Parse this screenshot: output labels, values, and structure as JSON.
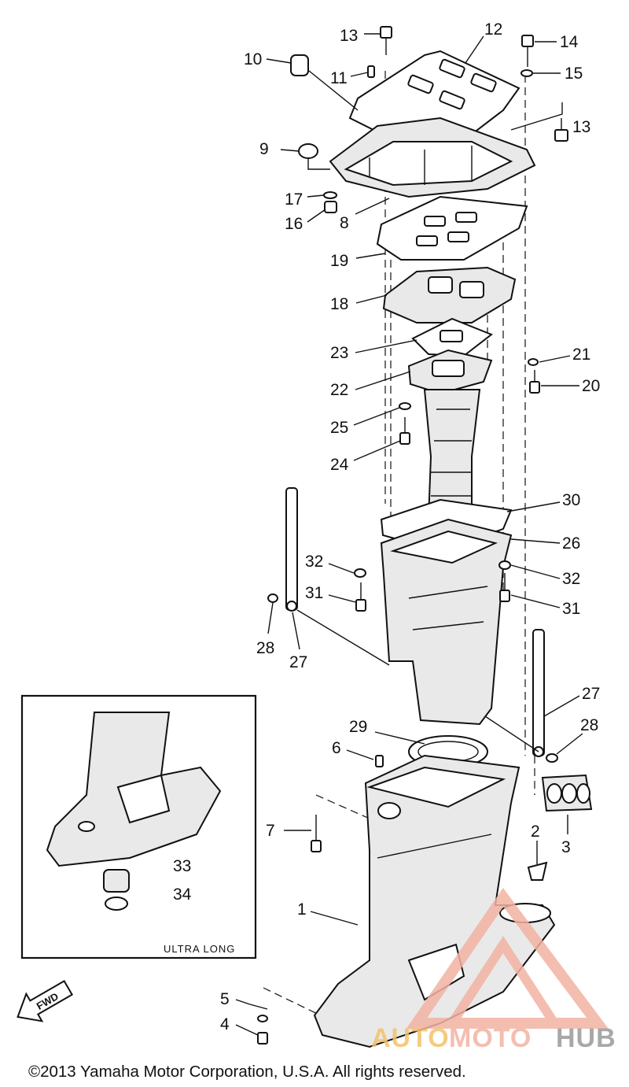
{
  "callouts": [
    {
      "id": "c13a",
      "text": "13"
    },
    {
      "id": "c12",
      "text": "12"
    },
    {
      "id": "c14",
      "text": "14"
    },
    {
      "id": "c10",
      "text": "10"
    },
    {
      "id": "c11",
      "text": "11"
    },
    {
      "id": "c15",
      "text": "15"
    },
    {
      "id": "c13b",
      "text": "13"
    },
    {
      "id": "c9",
      "text": "9"
    },
    {
      "id": "c17",
      "text": "17"
    },
    {
      "id": "c16",
      "text": "16"
    },
    {
      "id": "c8",
      "text": "8"
    },
    {
      "id": "c19",
      "text": "19"
    },
    {
      "id": "c18",
      "text": "18"
    },
    {
      "id": "c23",
      "text": "23"
    },
    {
      "id": "c21",
      "text": "21"
    },
    {
      "id": "c22",
      "text": "22"
    },
    {
      "id": "c20",
      "text": "20"
    },
    {
      "id": "c25",
      "text": "25"
    },
    {
      "id": "c24",
      "text": "24"
    },
    {
      "id": "c30",
      "text": "30"
    },
    {
      "id": "c26",
      "text": "26"
    },
    {
      "id": "c32a",
      "text": "32"
    },
    {
      "id": "c32b",
      "text": "32"
    },
    {
      "id": "c31a",
      "text": "31"
    },
    {
      "id": "c31b",
      "text": "31"
    },
    {
      "id": "c28a",
      "text": "28"
    },
    {
      "id": "c27a",
      "text": "27"
    },
    {
      "id": "c27b",
      "text": "27"
    },
    {
      "id": "c29",
      "text": "29"
    },
    {
      "id": "c28b",
      "text": "28"
    },
    {
      "id": "c6",
      "text": "6"
    },
    {
      "id": "c7",
      "text": "7"
    },
    {
      "id": "c2",
      "text": "2"
    },
    {
      "id": "c3",
      "text": "3"
    },
    {
      "id": "c33",
      "text": "33"
    },
    {
      "id": "c34",
      "text": "34"
    },
    {
      "id": "c1",
      "text": "1"
    },
    {
      "id": "c5",
      "text": "5"
    },
    {
      "id": "c4",
      "text": "4"
    }
  ],
  "inset": {
    "label": "ULTRA LONG"
  },
  "direction_marker": {
    "text": "FWD"
  },
  "watermark": {
    "part1": "AUTO",
    "part2": "MOTO",
    "part3": "HUB",
    "color_primary": "#f2b3a3",
    "color_accent": "#f4c26b",
    "color_dark": "#9a9a9a"
  },
  "copyright": "©2013 Yamaha Motor Corporation, U.S.A. All rights reserved."
}
